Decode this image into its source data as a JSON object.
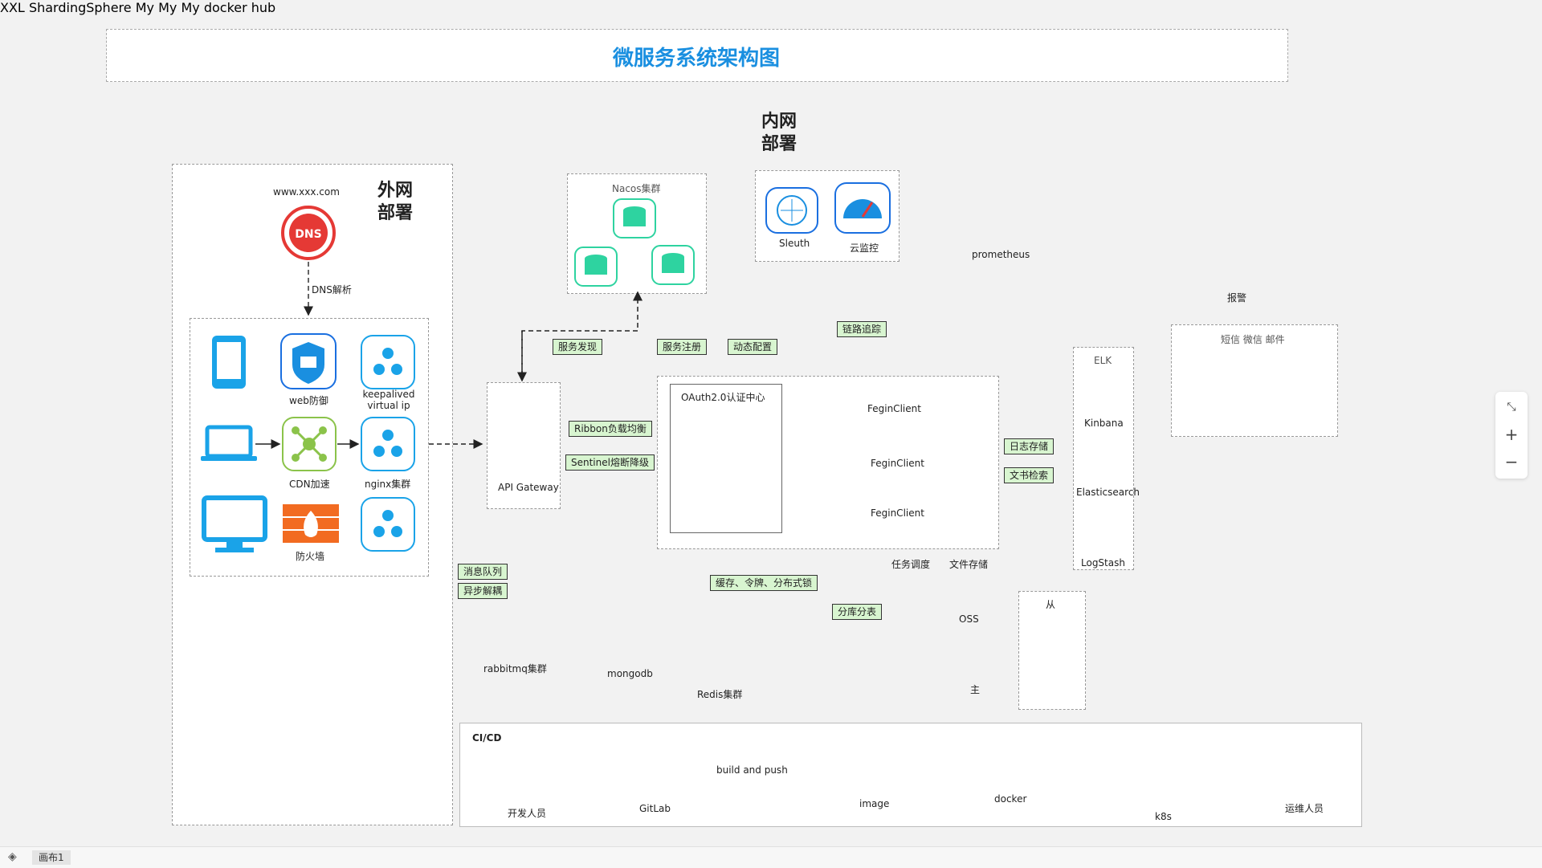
{
  "title": "微服务系统架构图",
  "zones": {
    "external": "外网\n部署",
    "internal": "内网\n部署"
  },
  "dns": {
    "domain": "www.xxx.com",
    "arrow_label": "DNS解析",
    "icon_text": "DNS"
  },
  "clients": {
    "web_defense": "web防御",
    "keepalived": "keepalived virtual ip",
    "cdn": "CDN加速",
    "nginx": "nginx集群",
    "firewall": "防火墙"
  },
  "gateway": {
    "label": "API Gateway",
    "ribbon": "Ribbon负载均衡",
    "sentinel": "Sentinel熔断降级"
  },
  "nacos": {
    "title": "Nacos集群",
    "service_discovery": "服务发现",
    "service_register": "服务注册",
    "dynamic_config": "动态配置"
  },
  "monitoring": {
    "sleuth": "Sleuth",
    "cloud_monitor": "云监控",
    "trace_tag": "链路追踪",
    "prometheus": "prometheus",
    "alert_label": "报警",
    "notify_title": "短信 微信 邮件"
  },
  "auth": {
    "title": "OAuth2.0认证中心"
  },
  "services": {
    "fegin_label": "FeginClient"
  },
  "elk": {
    "title": "ELK",
    "kibana": "Kinbana",
    "elasticsearch": "Elasticsearch",
    "logstash": "LogStash",
    "log_store": "日志存储",
    "doc_search": "文书检索"
  },
  "middleware": {
    "mq_tag": "消息队列",
    "async_tag": "异步解耦",
    "rabbitmq": "rabbitmq集群",
    "mongodb": "mongodb",
    "redis": "Redis集群",
    "cache_tag": "缓存、令牌、分布式锁",
    "sharding_tag": "分库分表",
    "sharding": "ShardingSphere",
    "task_schedule": "任务调度",
    "xxl": "XXL",
    "file_store": "文件存储",
    "oss": "OSS",
    "master": "主",
    "slave": "从",
    "mysql_icon": "My"
  },
  "cicd": {
    "title": "CI/CD",
    "developer": "开发人员",
    "gitlab": "GitLab",
    "build_push": "build and push",
    "dockerhub": "docker hub",
    "image": "image",
    "docker": "docker",
    "k8s": "k8s",
    "ops": "运维人员"
  },
  "bottom_bar": {
    "canvas_tab": "画布1"
  },
  "colors": {
    "accent": "#1a8fe0",
    "cyan": "#12b5ea",
    "teal": "#2ed3a0",
    "orange": "#f26b21",
    "red": "#e53935",
    "green_tag": "#d8f5d0"
  }
}
